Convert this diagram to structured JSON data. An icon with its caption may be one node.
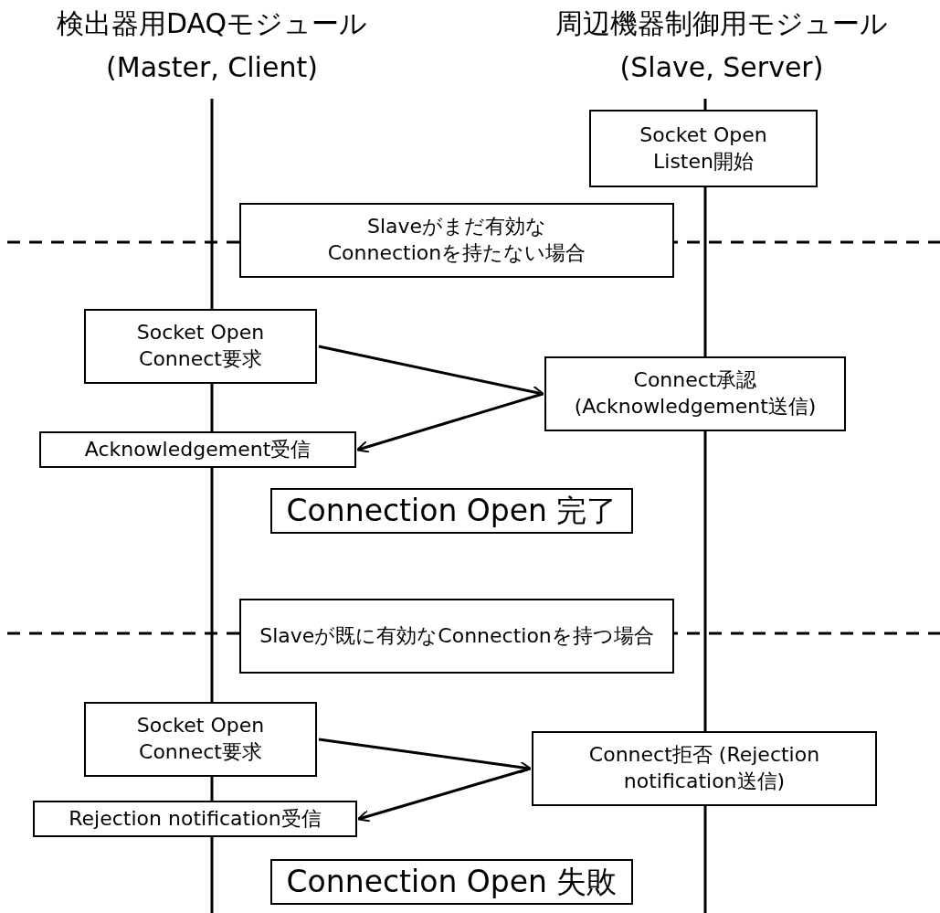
{
  "diagram": {
    "nodes": [
      {
        "text": [
          "Socket Open Listen開始"
        ]
      },
      {
        "text": [
          "Slaveがまだ有効なConnectionを持たない場合"
        ]
      },
      {
        "text": [
          "Socket Open Connect要求"
        ]
      },
      {
        "text": [
          "Connect承認 (Acknowledgement送信)"
        ]
      },
      {
        "text": [
          "Acknowledgement受信"
        ]
      },
      {
        "text": [
          "Connection Open 完了"
        ]
      },
      {
        "text": [
          "Slaveが既に有効なConnectionを持つ場合"
        ]
      },
      {
        "text": [
          "Socket Open Connect要求"
        ]
      },
      {
        "text": [
          "Connect拒否 (Rejection notification送信)"
        ]
      },
      {
        "text": [
          "Rejection notification受信"
        ]
      },
      {
        "text": [
          "Connection Open 失敗"
        ]
      }
    ],
    "edges": [
      {
        "from": 2,
        "to": 3,
        "arrow": "to"
      },
      {
        "from": 3,
        "to": 4,
        "arrow": "to"
      },
      {
        "from": 7,
        "to": 8,
        "arrow": "to"
      },
      {
        "from": 8,
        "to": 9,
        "arrow": "to"
      }
    ],
    "labels": [
      "検出器用DAQモジュール",
      "(Master, Client)",
      "周辺機器制御用モジュール",
      "(Slave, Server)"
    ]
  }
}
